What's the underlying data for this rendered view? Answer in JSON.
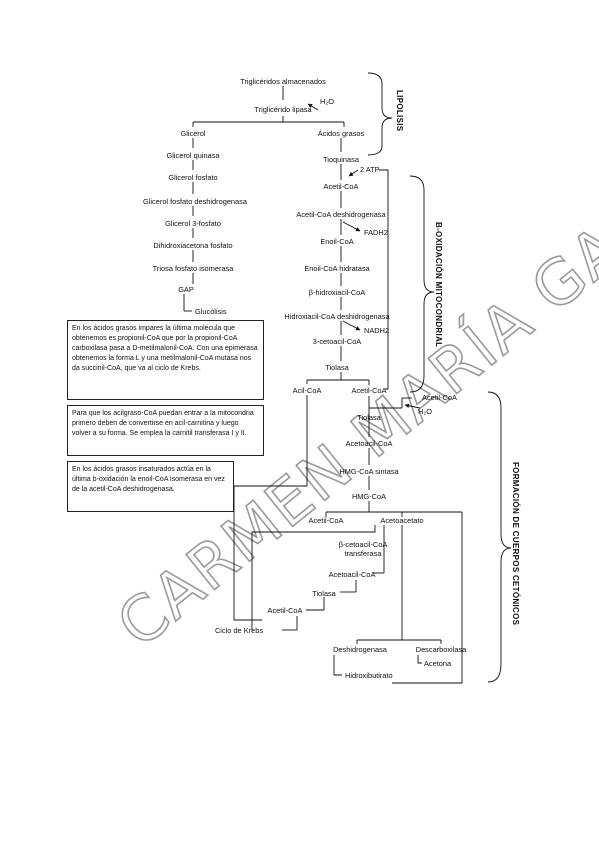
{
  "watermark": "CARMEN MARÍA GARCÍA CODINO",
  "side_labels": {
    "lipolisis": "LIPOLISIS",
    "beta_oxidacion": "B-OXIDACIÓN MITOCONDRIAL",
    "cetogenesis": "FORMACIÓN DE CUERPOS CETÓNICOS"
  },
  "nodes": {
    "trigliceridos_almacenados": "Triglicéridos almacenados",
    "trigliceridos_lipasa": "Triglicérido lipasa",
    "h2o_1": "H₂O",
    "glicerol": "Glicerol",
    "acidos_grasos": "Ácidos grasos",
    "glicerol_quinasa": "Glicerol quinasa",
    "tioquinasa": "Tioquinasa",
    "atp": "2 ATP",
    "glicerol_fosfato": "Glicerol fosfato",
    "acetil_coa_1": "Acetil-CoA",
    "glicerol_fosfato_deshidrogenasa": "Glicerol fosfato deshidrogenasa",
    "acetil_coa_deshidrogenasa": "Acetil-CoA deshidrogenasa",
    "fadh2": "FADH2",
    "glicerol_3_fosfato": "Glicerol 3-fosfato",
    "enoil_coa": "Enoil-CoA",
    "dihidroxiacetona_fosfato": "Dihidroxiacetona fosfato",
    "enoil_coa_hidratasa": "Enoil-CoA hidratasa",
    "triosa_fosfato_isomerasa": "Triosa fosfato isomerasa",
    "b_hidroxiacil_coa": "β-hidroxiacil-CoA",
    "gap": "GAP",
    "hidroxiacil_coa_deshidrogenasa": "Hidroxiacil-CoA deshidrogenasa",
    "glucolisis": "Glucólisis",
    "nadh2": "NADH2",
    "cetoacil_coa": "3-cetoacil-CoA",
    "tiolasa_1": "Tiolasa",
    "acil_coa": "Acil-CoA",
    "acetil_coa_2": "Acetil-CoA",
    "acetil_coa_3": "Acetil-CoA",
    "h2o_2": "H₂O",
    "tiolasa_2": "Tiolasa",
    "acetoacil_coa_1": "Acetoacil-CoA",
    "hmg_coa_sintasa": "HMG-CoA sintasa",
    "hmg_coa": "HMG-CoA",
    "acetil_coa_4": "Acetil-CoA",
    "acetoacetato": "Acetoacetato",
    "b_cetoacil_coa_transferasa_1": "β-cetoacil-CoA",
    "b_cetoacil_coa_transferasa_2": "transferasa",
    "acetoacil_coa_2": "Acetoacil-CoA",
    "tiolasa_3": "Tiolasa",
    "acetil_coa_5": "Acetil-CoA",
    "ciclo_krebs": "Ciclo de Krebs",
    "deshidrogenasa": "Deshidrogenasa",
    "descarboxilasa": "Descarboxilasa",
    "acetona": "Acetona",
    "hidroxibutirato": "Hidroxibutirato"
  },
  "notes": {
    "impares": "En los ácidos grasos impares la última molécula que obtenemos es propionil-CoA que por la propionil-CoA carboxilasa pasa a D-metilmalonil-CoA. Con una epimerasa obtenemos la forma L y una metilmalonil-CoA mutasa nos da succinil-CoA, que va al ciclo de Krebs.",
    "carnitina": "Para que los acilgraso-CoA puedan entrar a la mitocondria primero deben de convertirse en acil-carnitina y luego volver a su forma. Se emplea la carnitil transferasa I y II.",
    "insaturados": "En los ácidos grasos insaturados actúa en la última b-oxidación la enoil-CoA isomerasa en vez de la acetil-CoA deshidrogenasa."
  }
}
